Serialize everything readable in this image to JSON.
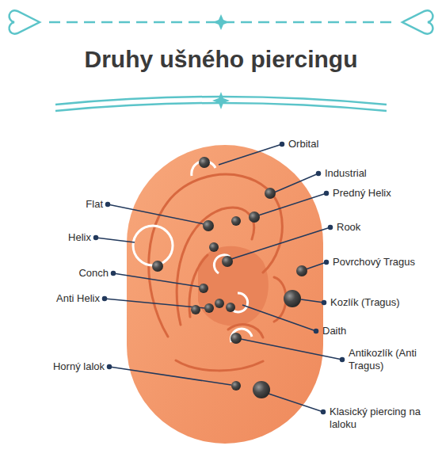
{
  "diagram": {
    "title": "Druhy ušného piercingu",
    "labels": [
      "Orbital",
      "Industrial",
      "Predný Helix",
      "Flat",
      "Rook",
      "Helix",
      "Povrchový Tragus",
      "Conch",
      "Kozlík (Tragus)",
      "Anti Helix",
      "Daith",
      "Antikozlík (Anti Tragus)",
      "Horný lalok",
      "Klasický piercing na laloku"
    ]
  }
}
